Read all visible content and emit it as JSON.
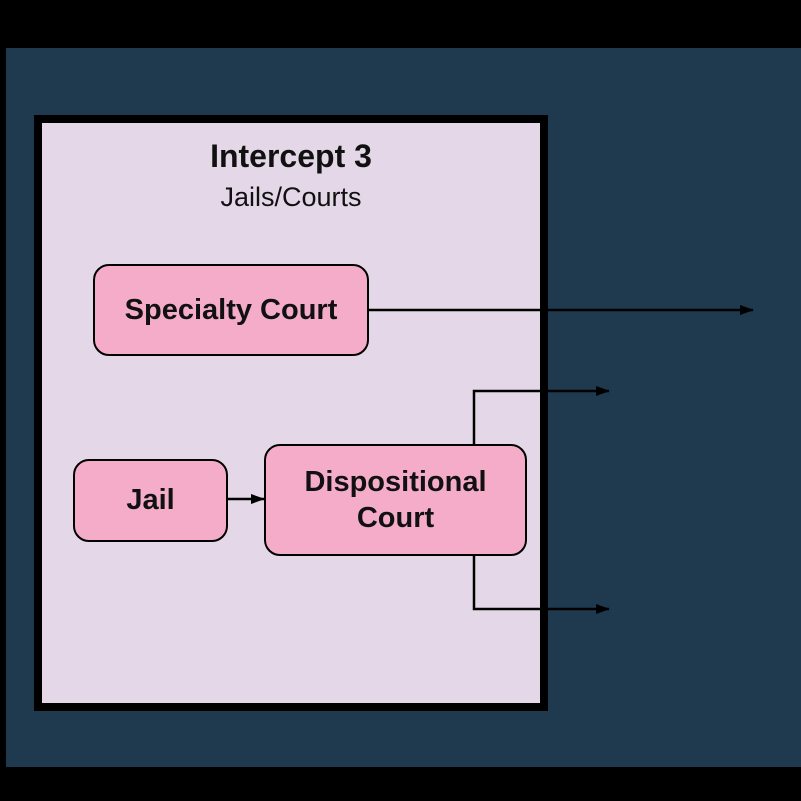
{
  "colors": {
    "outer_frame": "#000000",
    "panel_background": "#1f3a4f",
    "intercept_box_fill": "#e4d8e8",
    "intercept_box_border": "#000000",
    "node_fill": "#f5acc9",
    "edge_stroke": "#000000"
  },
  "intercept": {
    "title": "Intercept 3",
    "subtitle": "Jails/Courts"
  },
  "nodes": {
    "specialty_court": "Specialty Court",
    "jail": "Jail",
    "dispositional_court": "Dispositional Court"
  },
  "edges": [
    {
      "from": "specialty_court",
      "to": "outside-right",
      "label": ""
    },
    {
      "from": "jail",
      "to": "dispositional_court",
      "label": ""
    },
    {
      "from": "dispositional_court",
      "to": "outside-right-upper",
      "label": ""
    },
    {
      "from": "dispositional_court",
      "to": "outside-right-lower",
      "label": ""
    }
  ]
}
